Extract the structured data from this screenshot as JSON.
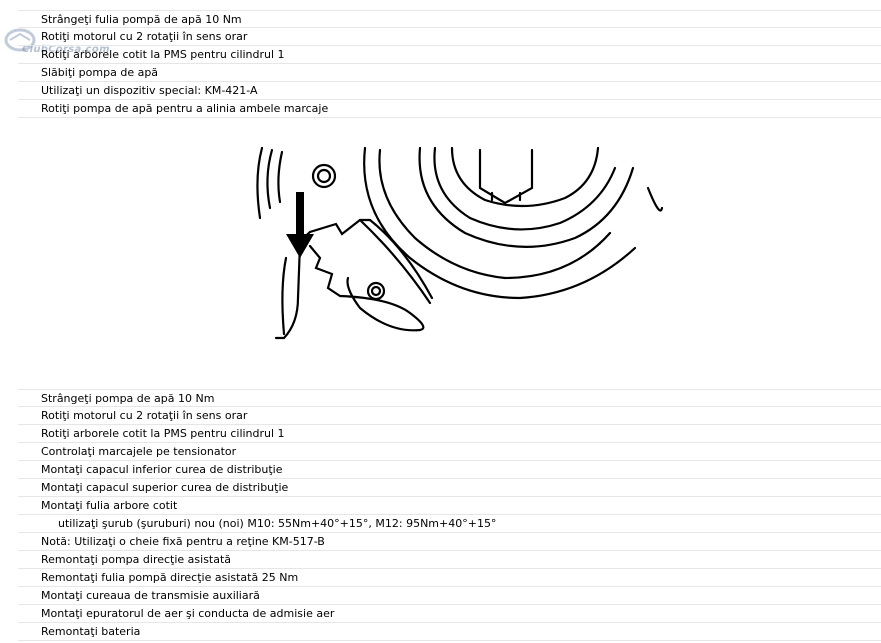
{
  "watermark": {
    "text": "ClubCorsa.com"
  },
  "steps_top": [
    "Strângeţi fulia pompă de apă 10 Nm",
    "Rotiţi motorul cu 2 rotaţii în sens orar",
    "Rotiţi arborele cotit la PMS pentru cilindrul 1",
    "Slăbiţi pompa de apă",
    "Utilizaţi un dispozitiv special: KM-421-A",
    "Rotiţi pompa de apă pentru a alinia ambele marcaje"
  ],
  "steps_bottom": [
    "Strângeţi pompa de apă 10 Nm",
    "Rotiţi motorul cu 2 rotaţii în sens orar",
    "Rotiţi arborele cotit la PMS pentru cilindrul 1",
    "Controlaţi marcajele pe tensionator",
    "Montaţi capacul inferior curea de distribuţie",
    "Montaţi capacul superior curea de distribuţie",
    "Montaţi fulia arbore cotit",
    "utilizaţi şurub (şuruburi) nou (noi) M10: 55Nm+40°+15°, M12: 95Nm+40°+15°",
    "Notă: Utilizaţi o cheie fixă pentru a reţine KM-517-B",
    "Remontaţi pompa direcţie asistată",
    "Remontaţi fulia pompă direcţie asistată 25 Nm",
    "Montaţi cureaua de transmisie auxiliară",
    "Montaţi epuratorul de aer şi conducta de admisie aer",
    "Remontaţi bateria"
  ]
}
